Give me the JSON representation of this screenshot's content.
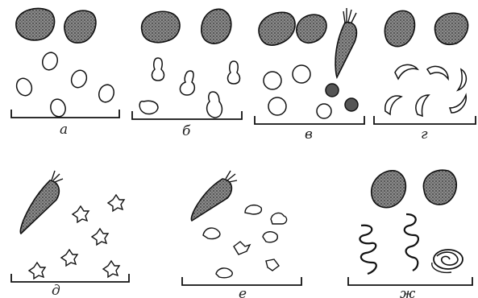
{
  "panels": [
    {
      "label": "а",
      "content": [
        "potato",
        "potato",
        "small-oval-pieces"
      ]
    },
    {
      "label": "б",
      "content": [
        "potato",
        "potato",
        "pear-shaped-pieces"
      ]
    },
    {
      "label": "в",
      "content": [
        "potato",
        "potato",
        "carrot",
        "round-balls"
      ]
    },
    {
      "label": "г",
      "content": [
        "potato",
        "potato",
        "crescent-slices"
      ]
    },
    {
      "label": "д",
      "content": [
        "carrot",
        "star-shaped-pieces"
      ]
    },
    {
      "label": "е",
      "content": [
        "carrot",
        "fancy-cut-pieces"
      ]
    },
    {
      "label": "ж",
      "content": [
        "potato",
        "potato",
        "spiral-cuts"
      ]
    }
  ],
  "colors": {
    "ink": "#1a1a1a",
    "paper": "#ffffff",
    "fill": "#6b6b6b"
  }
}
